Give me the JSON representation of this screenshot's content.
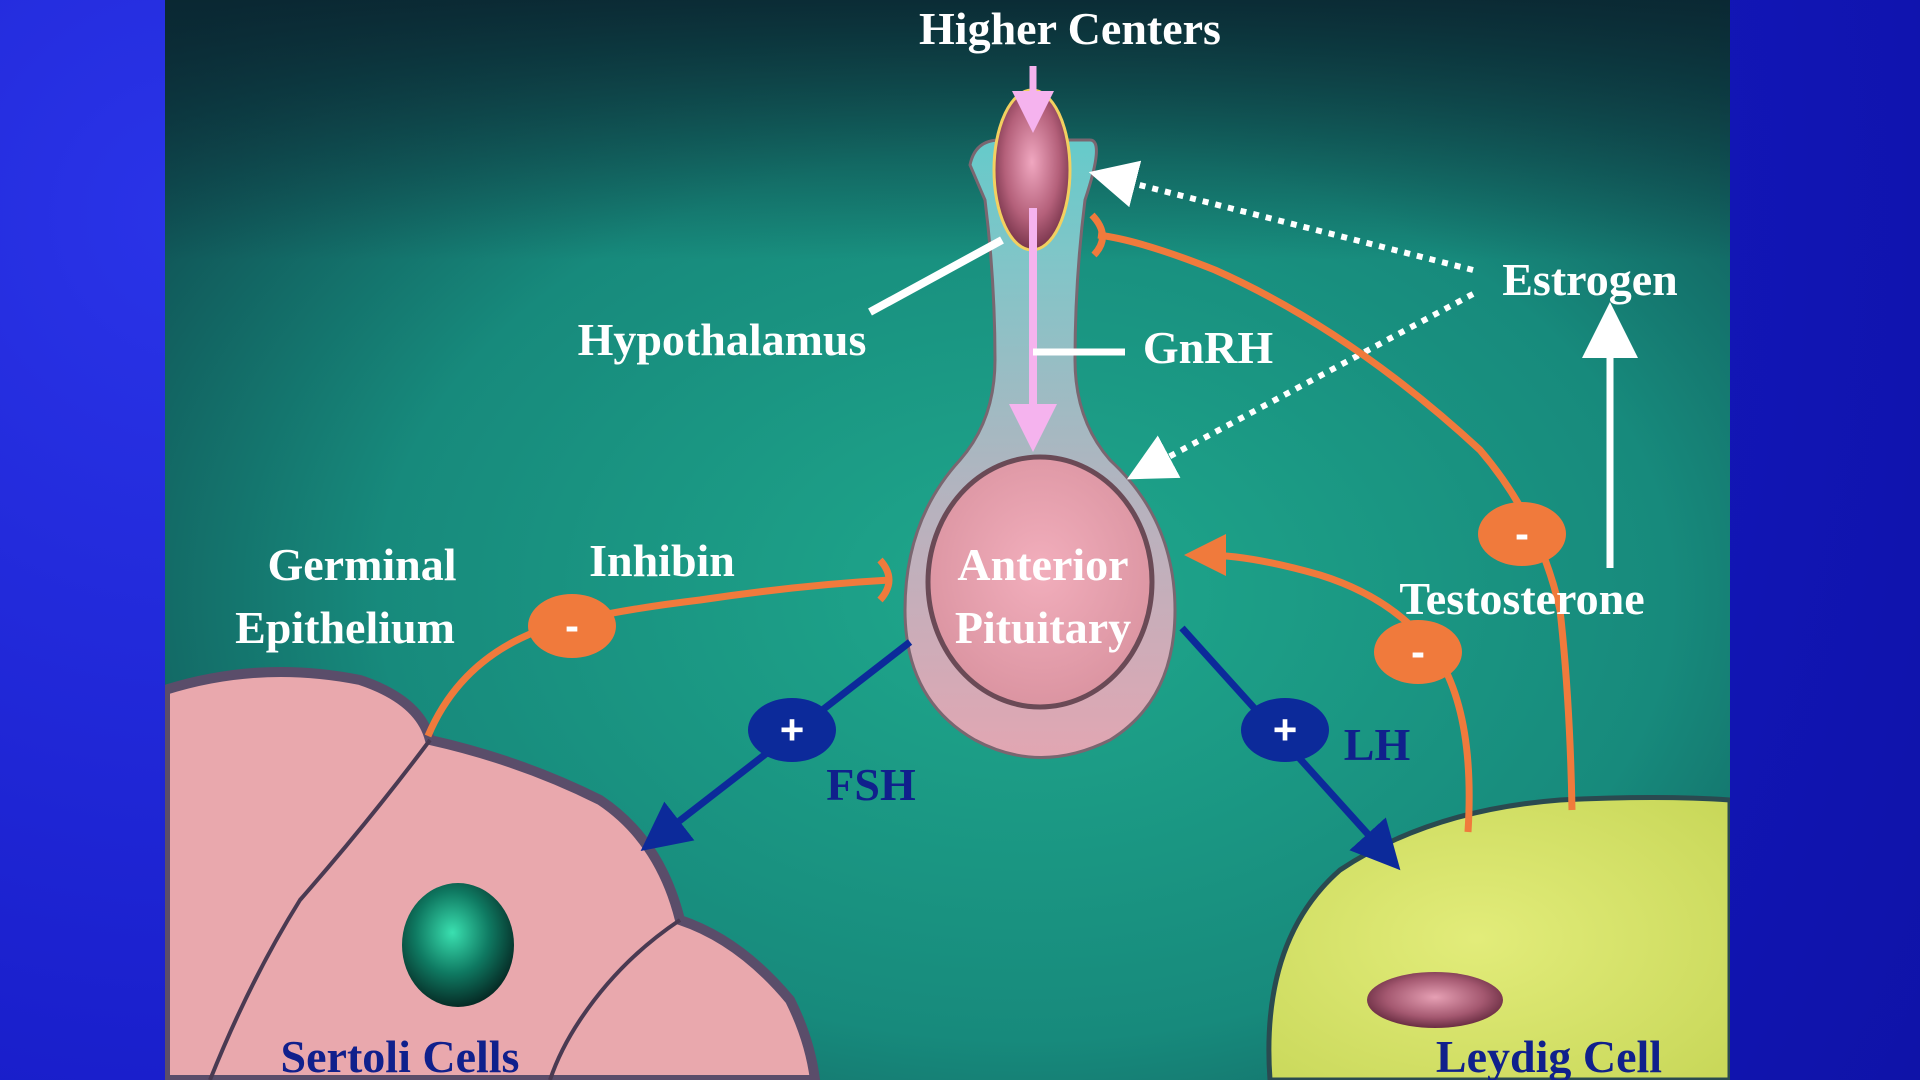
{
  "labels": {
    "higher_centers": "Higher Centers",
    "hypothalamus": "Hypothalamus",
    "gnrh": "GnRH",
    "estrogen": "Estrogen",
    "anterior": "Anterior",
    "pituitary": "Pituitary",
    "germinal": "Germinal",
    "epithelium": "Epithelium",
    "inhibin": "Inhibin",
    "testosterone": "Testosterone",
    "fsh": "FSH",
    "lh": "LH",
    "sertoli_cells": "Sertoli Cells",
    "leydig_cell": "Leydig Cell"
  },
  "signs": {
    "plus": "+",
    "minus": "-"
  },
  "colors": {
    "page_background": "#1a1fd6",
    "slide_background": "#16867a",
    "pituitary_pink": "#e4a3ad",
    "sertoli_pink": "#e9a8ad",
    "leydig_yellow": "#d9e66a",
    "inhibition_orange": "#f07a3c",
    "stimulation_blue": "#0c2a9a",
    "gnrh_pink": "#f5b3ee",
    "text_white": "#ffffff",
    "text_blue": "#10208c"
  }
}
